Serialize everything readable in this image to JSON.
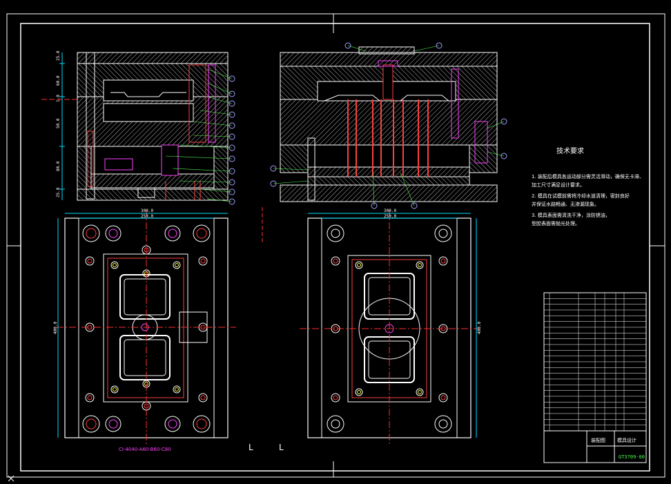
{
  "colors": {
    "background": "#000000",
    "frame": "#ffffff",
    "steel_hatch": "#c8c8c8",
    "center_line": "#ff3030",
    "dimension": "#00e0ff",
    "component": "#ff40ff",
    "leader": "#50ff50",
    "callout": "#a0a0ff",
    "accent_yellow": "#ffff40"
  },
  "tech_title": "技术要求",
  "tech_notes": [
    "1. 装配后模具各运动部分需灵活滑动，确保无卡滞、",
    "    加工尺寸满足设计要求。",
    "2. 模具在试模前需将冷却水道清理，密封良好",
    "    并保证水路畅通、无渗漏现象。",
    "3. 模具表面需清洗干净，涂防锈油，",
    "    型腔表面需抛光处理。"
  ],
  "dimensions": {
    "left_outer_width": "300.0",
    "left_inner_width": "250.0",
    "right_outer_width": "300.0",
    "right_inner_width": "250.0",
    "left_height": "400.0",
    "right_height": "400.0"
  },
  "section_labels": {
    "plate_a": "25.0",
    "plate_b": "60.0",
    "parting": "1.0",
    "plate_c": "50.0",
    "plate_d": "80.0",
    "plate_e": "25.0"
  },
  "bottom_caption": "CI-4040-A60-B60-C80",
  "title_block": {
    "name": "装配图",
    "drawing_no": "GT3709-00",
    "company": "模具设计"
  },
  "corner_marks": [
    "L",
    "L"
  ]
}
